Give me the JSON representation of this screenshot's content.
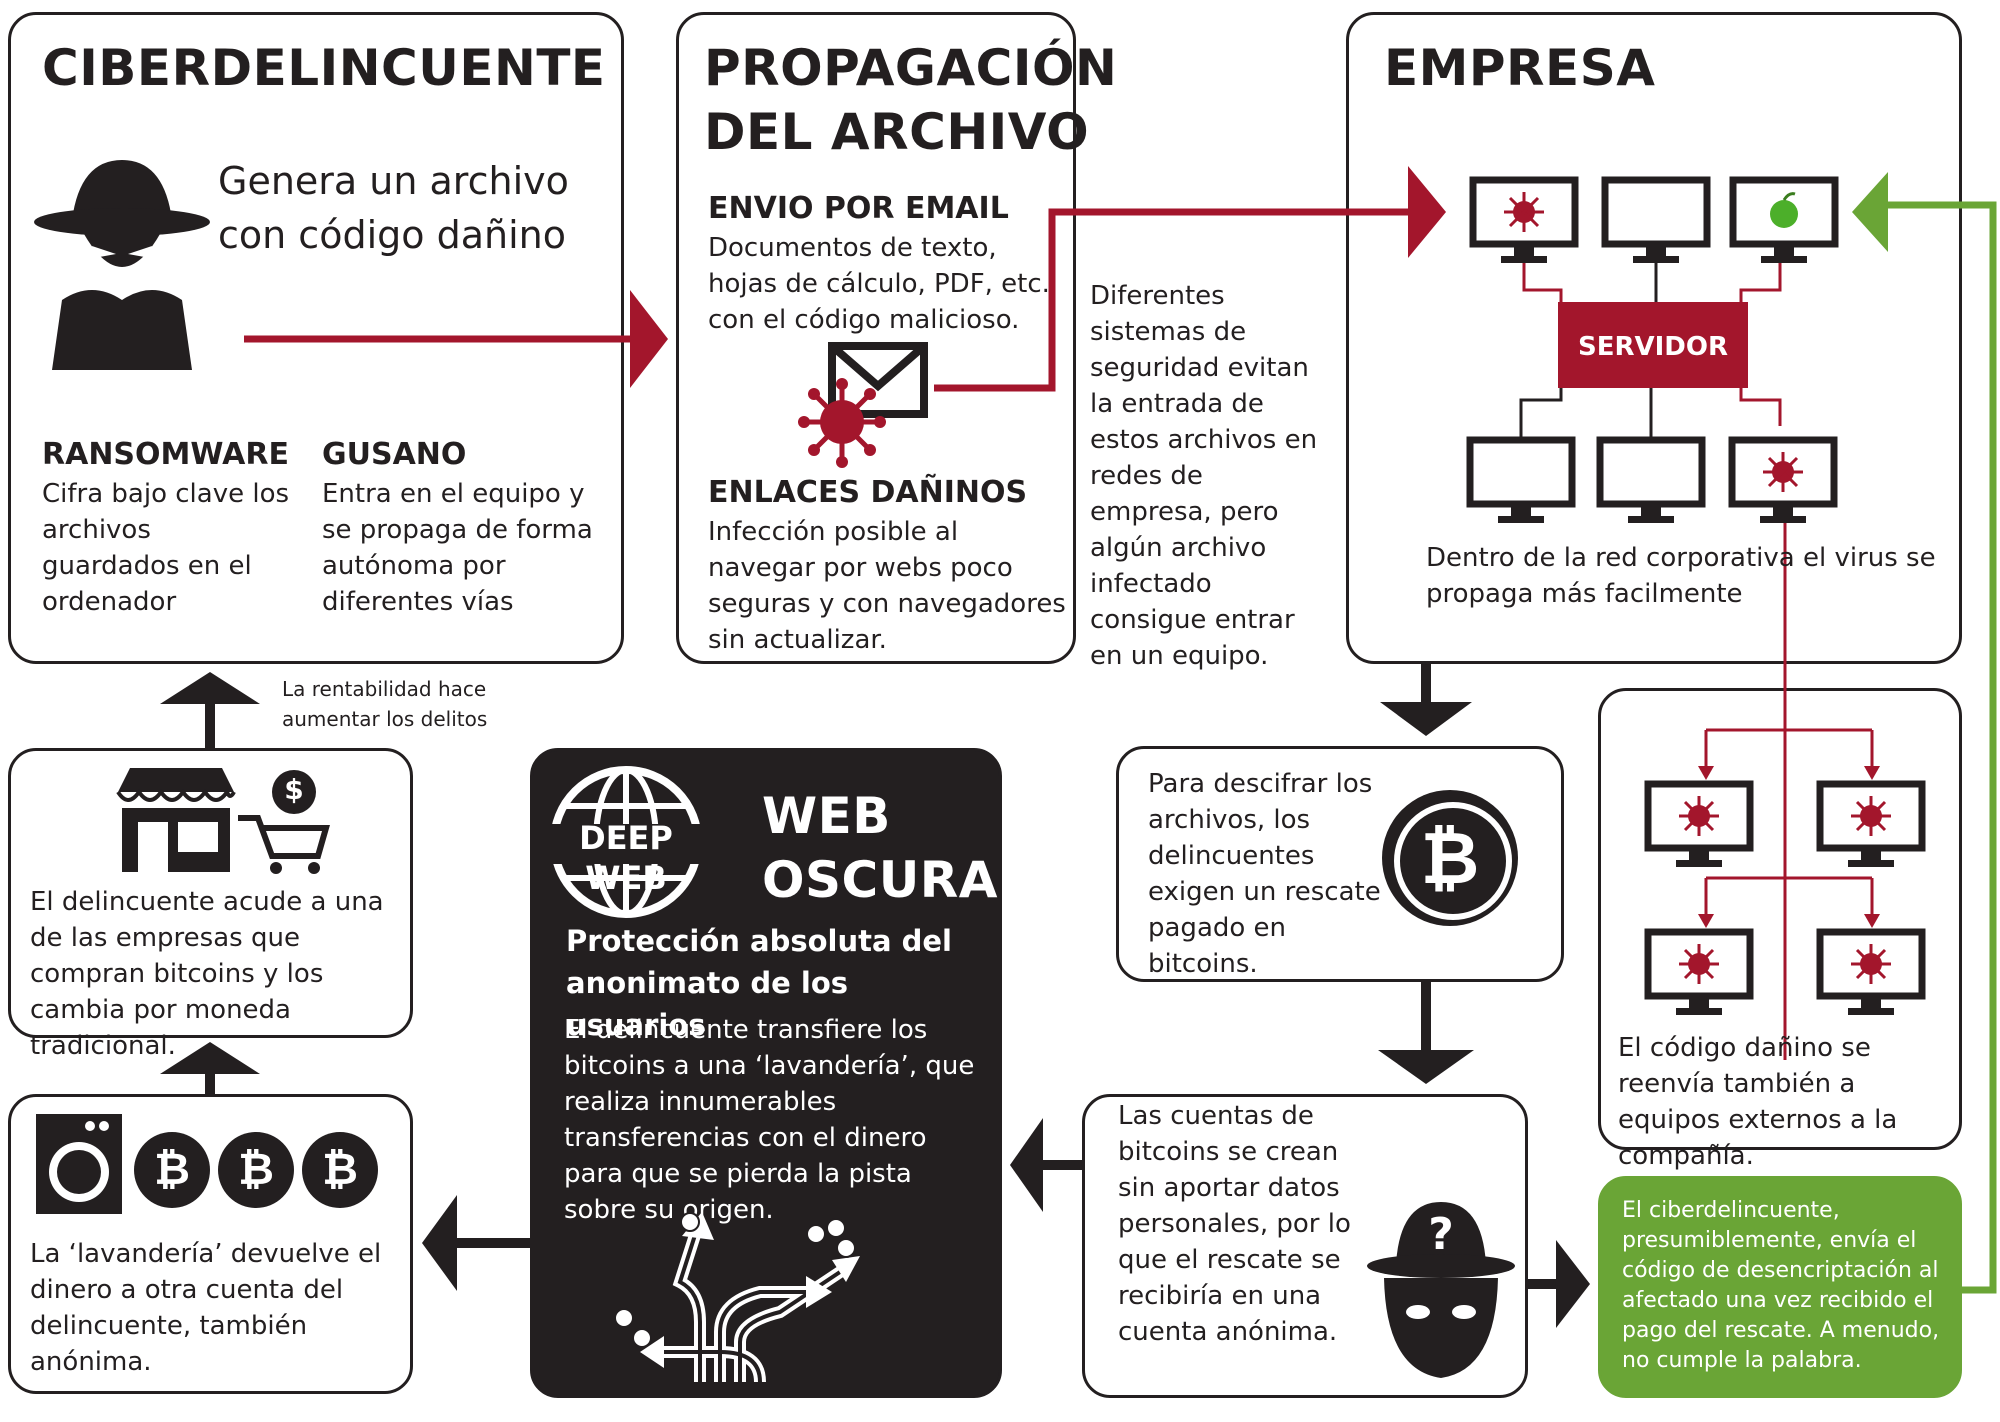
{
  "ciberdelincuente": {
    "title": "CIBERDELINCUENTE",
    "subtitle": "Genera un archivo con código dañino",
    "ransomware_title": "RANSOMWARE",
    "ransomware_text": "Cifra bajo clave los archivos guardados en el ordenador",
    "gusano_title": "GUSANO",
    "gusano_text": "Entra en el equipo y se propaga de forma autónoma por diferentes vías"
  },
  "propagacion": {
    "title_line1": "PROPAGACIÓN",
    "title_line2": "DEL ARCHIVO",
    "email_title": "ENVIO POR EMAIL",
    "email_text": "Documentos de texto, hojas de cálculo, PDF, etc. con el código malicioso.",
    "links_title": "ENLACES DAÑINOS",
    "links_text": "Infección posible al navegar por webs poco seguras y con navegadores sin actualizar."
  },
  "seguridad_text": "Diferentes sistemas de seguridad evitan la entrada de estos archivos en redes de empresa, pero algún archivo infectado consigue entrar en un equipo.",
  "empresa": {
    "title": "EMPRESA",
    "server_label": "SERVIDOR",
    "text": "Dentro de la red corporativa el virus se propaga más facilmente"
  },
  "rentabilidad_text": "La rentabilidad  hace aumentar los delitos",
  "tienda_text": "El delincuente acude a una de las empresas que compran bitcoins y los cambia por moneda tradicional.",
  "lavanderia_text": "La ‘lavandería’ devuelve el dinero a otra cuenta del delincuente, también anónima.",
  "deepweb": {
    "logo_line1": "DEEP",
    "logo_line2": "WEB",
    "title_line1": "WEB",
    "title_line2": "OSCURA",
    "subtitle": "Protección absoluta del anonimato de los usuarios",
    "text": "El delincuente transfiere los bitcoins a una ‘lavandería’, que realiza innumerables transferencias con el dinero para que se pierda la pista sobre su origen."
  },
  "rescate_text": "Para descifrar los archivos, los delincuentes exigen un rescate pagado en bitcoins.",
  "cuentas_text": "Las cuentas de bitcoins se crean sin aportar datos personales, por lo que el rescate se recibiría en una cuenta anónima.",
  "externos_text": "El código dañino se reenvía también a equipos externos a la compañía.",
  "green_text": "El ciberdelincuente, presumiblemente, envía el código de desencriptación al afectado una vez recibido el pago del rescate. A menudo, no cumple la palabra.",
  "icons": {
    "bitcoin_symbol": "₿",
    "question": "?",
    "dollar": "$",
    "apple_icon": "apple-icon",
    "virus_icon": "virus-icon"
  },
  "colors": {
    "red": "#a3162c",
    "green": "#6aa536",
    "dark": "#231f20"
  }
}
